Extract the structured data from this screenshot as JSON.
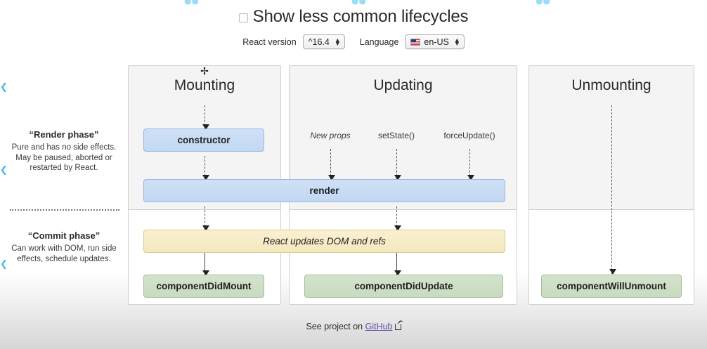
{
  "header": {
    "show_less_label": "Show less common lifecycles",
    "checkbox_checked": false,
    "react_version_label": "React version",
    "react_version_value": "^16.4",
    "language_label": "Language",
    "language_value": "en-US",
    "language_flag": "us-flag-icon"
  },
  "sidebar": {
    "render_phase": {
      "title": "“Render phase”",
      "description": "Pure and has no side effects. May be paused, aborted or restarted by React."
    },
    "commit_phase": {
      "title": "“Commit phase”",
      "description": "Can work with DOM, run side effects, schedule updates."
    }
  },
  "columns": [
    {
      "id": "mounting",
      "title": "Mounting",
      "triggers": [],
      "boxes": [
        {
          "label": "constructor",
          "color": "blue"
        },
        {
          "label": "componentDidMount",
          "color": "green"
        }
      ]
    },
    {
      "id": "updating",
      "title": "Updating",
      "triggers": [
        {
          "label": "New props",
          "italic": true
        },
        {
          "label": "setState()",
          "italic": false
        },
        {
          "label": "forceUpdate()",
          "italic": false
        }
      ],
      "boxes": [
        {
          "label": "componentDidUpdate",
          "color": "green"
        }
      ]
    },
    {
      "id": "unmounting",
      "title": "Unmounting",
      "triggers": [],
      "boxes": [
        {
          "label": "componentWillUnmount",
          "color": "green"
        }
      ]
    }
  ],
  "spanning_boxes": {
    "render": {
      "label": "render",
      "color": "blue"
    },
    "react_updates": {
      "label": "React updates DOM and refs",
      "color": "yellow"
    }
  },
  "footer": {
    "text_prefix": "See project on ",
    "link_label": "GitHub",
    "external_icon": "external-link-icon"
  },
  "colors": {
    "blue_box": "#c7dbf4",
    "yellow_box": "#f5ebc6",
    "green_box": "#cddfc5",
    "panel_bg": "#f4f4f4",
    "panel_border": "#cfcfcf",
    "link": "#6b4fa8",
    "edge_marker": "#4ab5e8"
  }
}
